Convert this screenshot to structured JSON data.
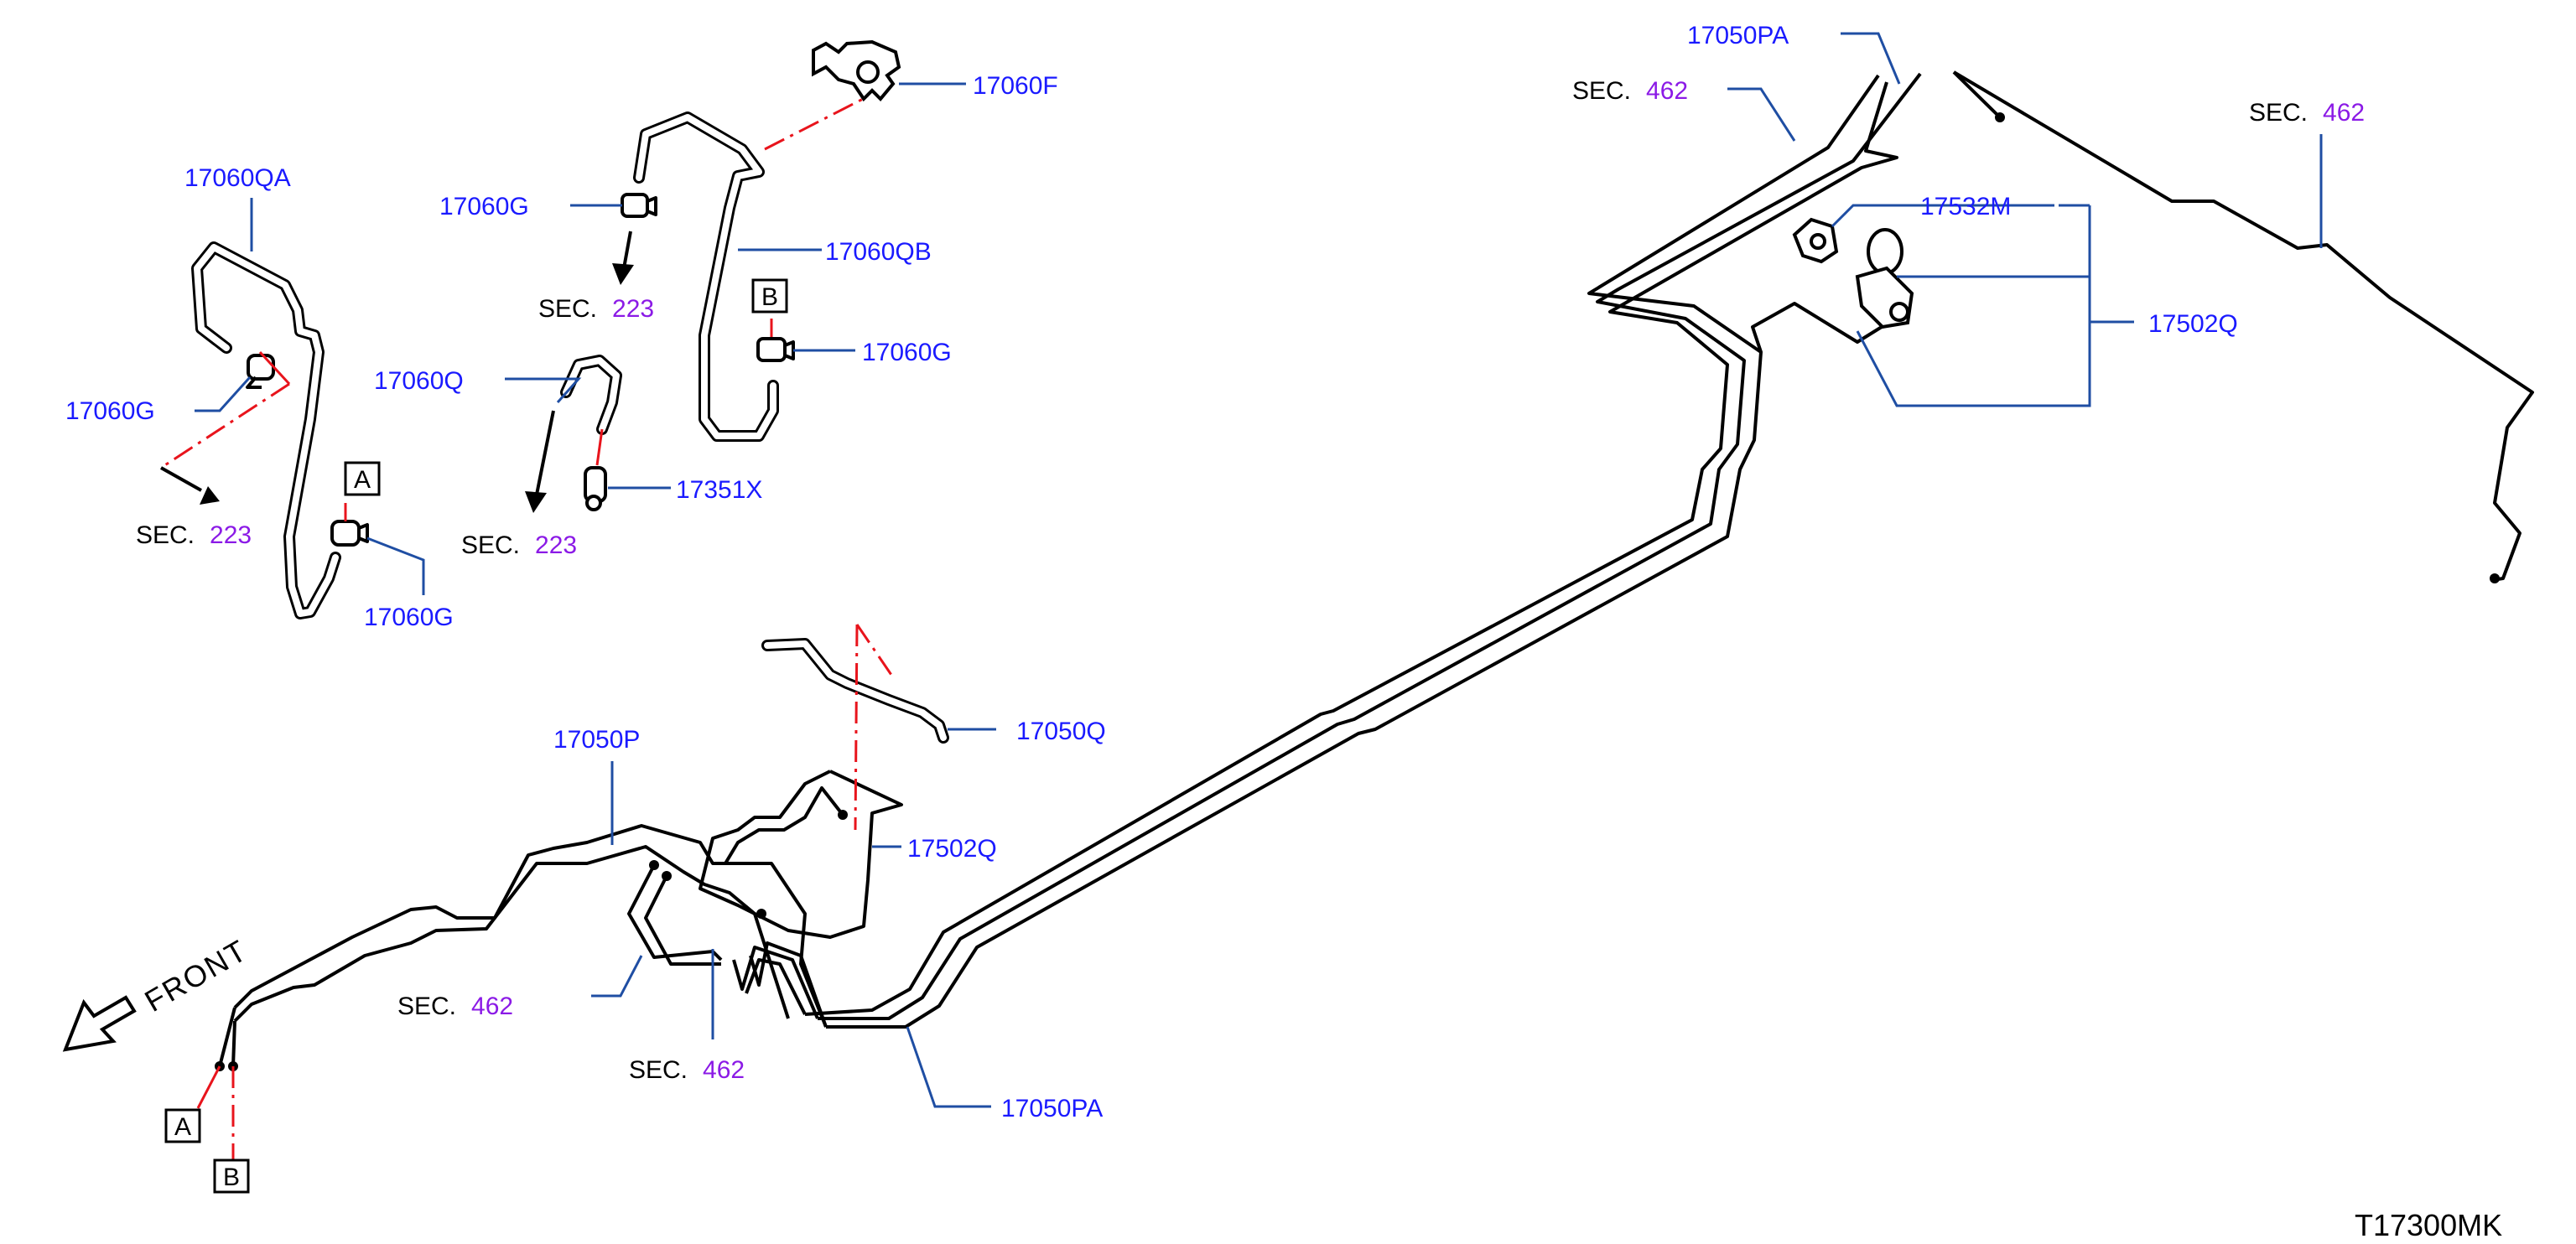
{
  "diagram_code": "T17300MK",
  "front_label": "FRONT",
  "sec_prefix": "SEC.",
  "parts": {
    "p_17060F": "17060F",
    "p_17060QA": "17060QA",
    "p_17060G_a": "17060G",
    "p_17060G_b": "17060G",
    "p_17060G_c": "17060G",
    "p_17060G_d": "17060G",
    "p_17060QB": "17060QB",
    "p_17060Q": "17060Q",
    "p_17351X": "17351X",
    "p_17050PA_top": "17050PA",
    "p_17050PA_bottom": "17050PA",
    "p_17532M": "17532M",
    "p_17502Q_right": "17502Q",
    "p_17502Q_mid": "17502Q",
    "p_17050Q": "17050Q",
    "p_17050P": "17050P"
  },
  "sections": {
    "s1": "223",
    "s2": "223",
    "s3": "223",
    "s4": "462",
    "s5": "462",
    "s6": "462",
    "s7": "462"
  },
  "connectors": {
    "a_top": "A",
    "b_top": "B",
    "a_bottom": "A",
    "b_bottom": "B"
  },
  "colors": {
    "part_number": "#1a1aff",
    "section_number": "#8b1ae6",
    "leader_line": "#1f4ea3",
    "connector_line": "#e8141c",
    "drawing": "#000000"
  }
}
